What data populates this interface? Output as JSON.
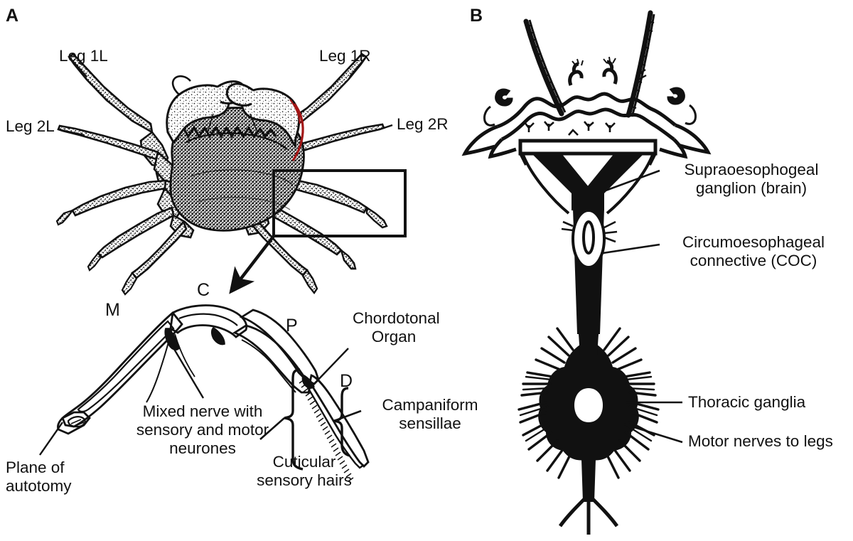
{
  "figure": {
    "type": "scientific-figure",
    "description": "Two-panel anatomical diagram: (A) shore crab dorsal view with leg labels plus enlarged walking-leg schematic showing sensory structures; (B) crab central nervous system showing brain, circumoesophageal connectives and thoracic ganglia.",
    "background_color": "#ffffff",
    "ink_color": "#111111",
    "accent_color": "#a31515"
  },
  "panel_a": {
    "letter": "A",
    "crab_labels": [
      {
        "id": "leg-1l",
        "text": "Leg 1L"
      },
      {
        "id": "leg-1r",
        "text": "Leg 1R"
      },
      {
        "id": "leg-2l",
        "text": "Leg 2L"
      },
      {
        "id": "leg-2r",
        "text": "Leg 2R"
      }
    ],
    "leg_segment_letters": [
      {
        "id": "merus",
        "text": "M"
      },
      {
        "id": "carpus",
        "text": "C"
      },
      {
        "id": "propodus",
        "text": "P"
      },
      {
        "id": "dactyl",
        "text": "D"
      }
    ],
    "leg_annotations": [
      {
        "id": "chordotonal-organ",
        "text": "Chordotonal\nOrgan",
        "line1": "Chordotonal",
        "line2": "Organ"
      },
      {
        "id": "campaniform-sensillae",
        "text": "Campaniform\nsensillae",
        "line1": "Campaniform",
        "line2": "sensillae"
      },
      {
        "id": "cuticular-sensory-hairs",
        "text": "Cuticular\nsensory hairs",
        "line1": "Cuticular",
        "line2": "sensory hairs"
      },
      {
        "id": "mixed-nerve",
        "text": "Mixed nerve with\nsensory and motor\nneurones",
        "line1": "Mixed nerve with",
        "line2": "sensory and motor",
        "line3": "neurones"
      },
      {
        "id": "plane-of-autotomy",
        "text": "Plane of\nautotomy",
        "line1": "Plane of",
        "line2": "autotomy"
      }
    ]
  },
  "panel_b": {
    "letter": "B",
    "labels": [
      {
        "id": "supraoesophogeal-ganglion",
        "line1": "Supraoesophogeal",
        "line2": "ganglion (brain)"
      },
      {
        "id": "circumoesophageal-connective",
        "line1": "Circumoesophageal",
        "line2": "connective (COC)"
      },
      {
        "id": "thoracic-ganglia",
        "line1": "Thoracic ganglia",
        "line2": ""
      },
      {
        "id": "motor-nerves-to-legs",
        "line1": "Motor nerves to legs",
        "line2": ""
      }
    ]
  }
}
